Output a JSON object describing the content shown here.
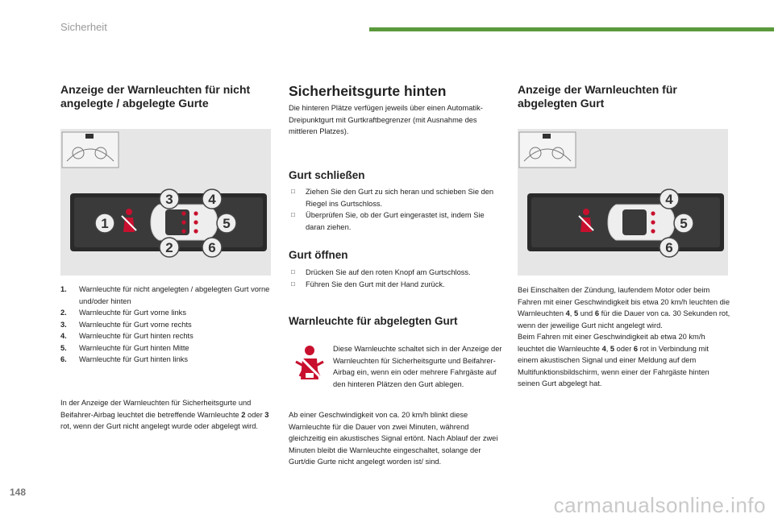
{
  "header": {
    "title": "Sicherheit"
  },
  "page_number": "148",
  "watermark": "carmanualsonline.info",
  "left": {
    "heading": "Anzeige der Warnleuchten für nicht angelegte / abgelegte Gurte",
    "figure_labels": [
      "1",
      "2",
      "3",
      "4",
      "5",
      "6"
    ],
    "list": [
      {
        "num": "1.",
        "text": "Warnleuchte für nicht angelegten / abgelegten Gurt vorne und/oder hinten"
      },
      {
        "num": "2.",
        "text": "Warnleuchte für Gurt vorne links"
      },
      {
        "num": "3.",
        "text": "Warnleuchte für Gurt vorne rechts"
      },
      {
        "num": "4.",
        "text": "Warnleuchte für Gurt hinten rechts"
      },
      {
        "num": "5.",
        "text": "Warnleuchte für Gurt hinten Mitte"
      },
      {
        "num": "6.",
        "text": "Warnleuchte für Gurt hinten links"
      }
    ],
    "para_a": "In der Anzeige der Warnleuchten für Sicherheitsgurte und Beifahrer-Airbag leuchtet die betreffende Warnleuchte ",
    "para_b": "2",
    "para_c": " oder ",
    "para_d": "3",
    "para_e": " rot, wenn der Gurt nicht angelegt wurde oder abgelegt wird."
  },
  "middle": {
    "heading": "Sicherheitsgurte hinten",
    "intro": "Die hinteren Plätze verfügen jeweils über einen Automatik-Dreipunktgurt mit Gurtkraftbegrenzer (mit Ausnahme des mittleren Platzes).",
    "close_heading": "Gurt schließen",
    "close_items": [
      "Ziehen Sie den Gurt zu sich heran und schieben Sie den Riegel ins Gurtschloss.",
      "Überprüfen Sie, ob der Gurt eingerastet ist, indem Sie daran ziehen."
    ],
    "open_heading": "Gurt öffnen",
    "open_items": [
      "Drücken Sie auf den roten Knopf am Gurtschloss.",
      "Führen Sie den Gurt mit der Hand zurück."
    ],
    "warn_heading": "Warnleuchte für abgelegten Gurt",
    "warn_text": "Diese Warnleuchte schaltet sich in der Anzeige der Warnleuchten für Sicherheitsgurte und Beifahrer-Airbag ein, wenn ein oder mehrere Fahrgäste auf den hinteren Plätzen den Gurt ablegen.",
    "final_text": "Ab einer Geschwindigkeit von ca. 20 km/h blinkt diese Warnleuchte für die Dauer von zwei Minuten, während gleichzeitig ein akustisches Signal ertönt. Nach Ablauf der zwei Minuten bleibt die Warnleuchte eingeschaltet, solange der Gurt/die Gurte nicht angelegt worden ist/ sind."
  },
  "right": {
    "heading": "Anzeige der Warnleuchten für abgelegten Gurt",
    "figure_labels": [
      "4",
      "5",
      "6"
    ],
    "p1": "Bei Einschalten der Zündung, laufendem Motor oder beim Fahren mit einer Geschwindigkeit bis etwa 20 km/h leuchten die Warnleuchten ",
    "p1_n1": "4",
    "p1_sep1": ", ",
    "p1_n2": "5",
    "p1_sep2": " und ",
    "p1_n3": "6",
    "p1_end": " für die Dauer von ca. 30 Sekunden rot, wenn der jeweilige Gurt nicht angelegt wird.",
    "p2": "Beim Fahren mit einer Geschwindigkeit ab etwa 20 km/h leuchtet die Warnleuchte ",
    "p2_n1": "4",
    "p2_sep1": ", ",
    "p2_n2": "5",
    "p2_sep2": " oder ",
    "p2_n3": "6",
    "p2_end": " rot in Verbindung mit einem akustischen Signal und einer Meldung auf dem Multifunktionsbildschirm, wenn einer der Fahrgäste hinten seinen Gurt abgelegt hat."
  },
  "colors": {
    "accent_bar": "#5a9a3c",
    "warning_red": "#c8102e",
    "panel_dark": "#2a2a2a"
  }
}
